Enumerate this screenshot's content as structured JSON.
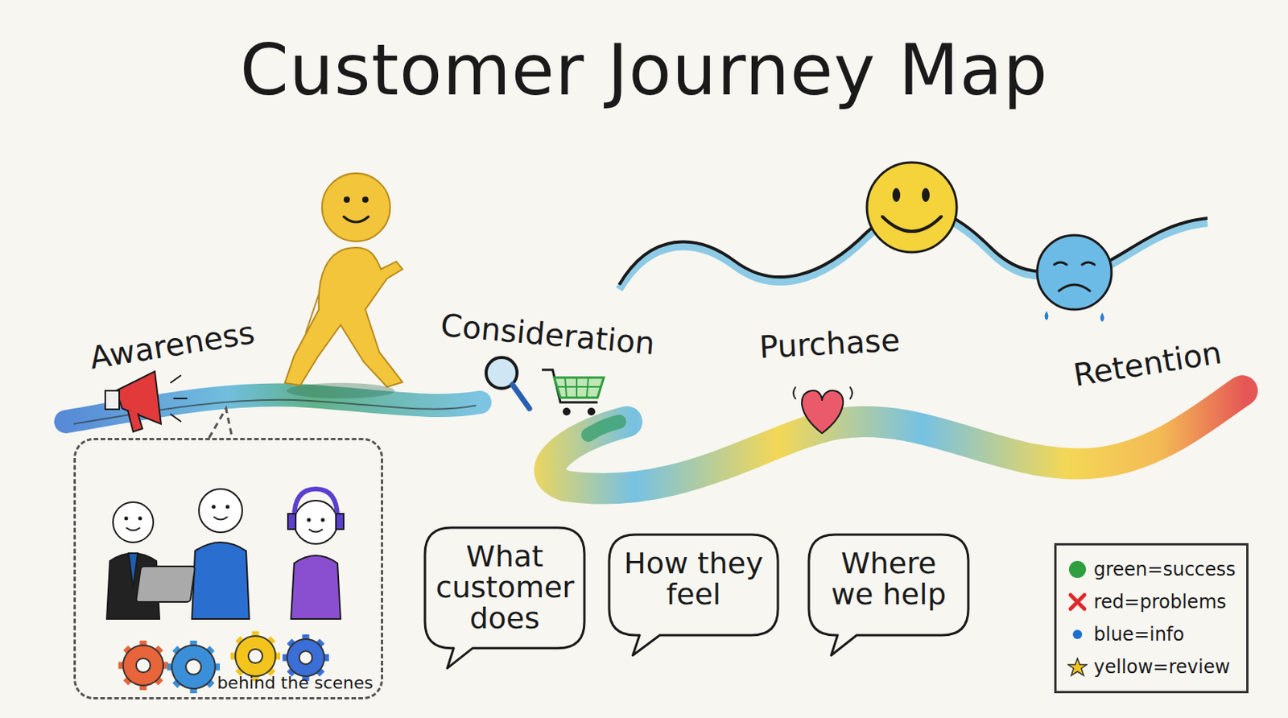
{
  "diagram": {
    "title": "Customer Journey Map",
    "nodes": [
      {
        "text": [
          "behind the scenes"
        ]
      },
      {
        "text": [
          "What customer does"
        ]
      },
      {
        "text": [
          "How they feel"
        ]
      },
      {
        "text": [
          "Where we help"
        ]
      }
    ],
    "labels": [
      "Awareness",
      "Consideration",
      "Purchase",
      "Retention"
    ],
    "legend": [
      {
        "text": "green=success",
        "color": "#2f9e3f"
      },
      {
        "text": "red=problems"
      },
      {
        "text": "blue=info",
        "color": "#1e6fd0"
      },
      {
        "text": "yellow=review"
      }
    ]
  }
}
